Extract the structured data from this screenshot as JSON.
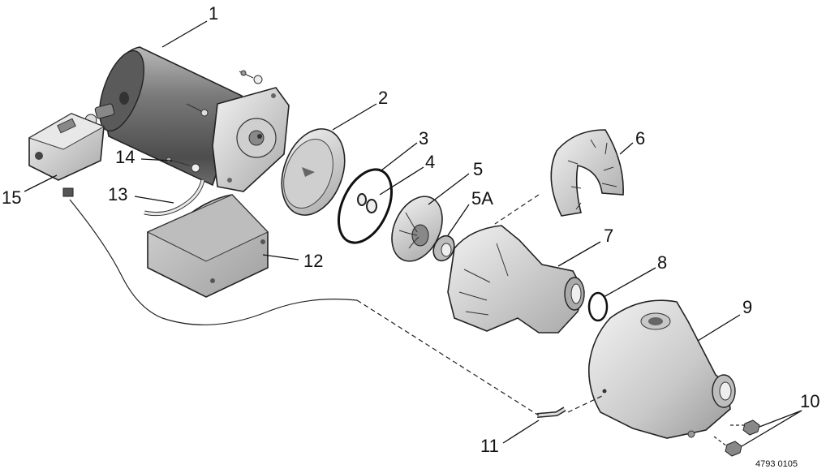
{
  "callouts": {
    "c1": "1",
    "c2": "2",
    "c3": "3",
    "c4": "4",
    "c5": "5",
    "c5a": "5A",
    "c6": "6",
    "c7": "7",
    "c8": "8",
    "c9": "9",
    "c10": "10",
    "c11": "11",
    "c12": "12",
    "c13": "13",
    "c14": "14",
    "c15": "15"
  },
  "document_number": "4793 0105"
}
